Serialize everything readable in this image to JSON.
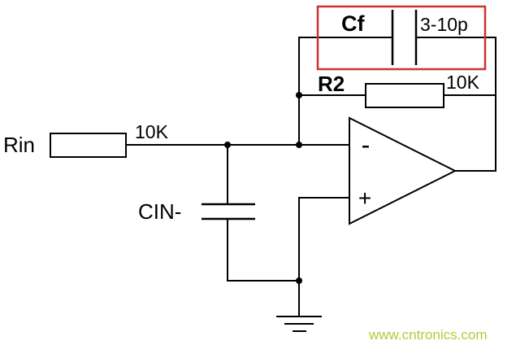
{
  "components": {
    "rin": {
      "type": "resistor",
      "label": "Rin",
      "value": "10K"
    },
    "r2": {
      "type": "resistor",
      "label": "R2",
      "value": "10K"
    },
    "cf": {
      "type": "capacitor",
      "label": "Cf",
      "value": "3-10p",
      "highlighted": true
    },
    "cin": {
      "type": "capacitor",
      "label": "CIN-"
    },
    "opamp": {
      "type": "op-amp",
      "minus": "-",
      "plus": "+"
    }
  },
  "watermark": {
    "text": "www.cntronics.com",
    "color": "#b5c93b"
  },
  "colors": {
    "wire": "#000000",
    "highlight_box": "#cc3333",
    "background": "#ffffff",
    "watermark": "#b5c93b"
  }
}
